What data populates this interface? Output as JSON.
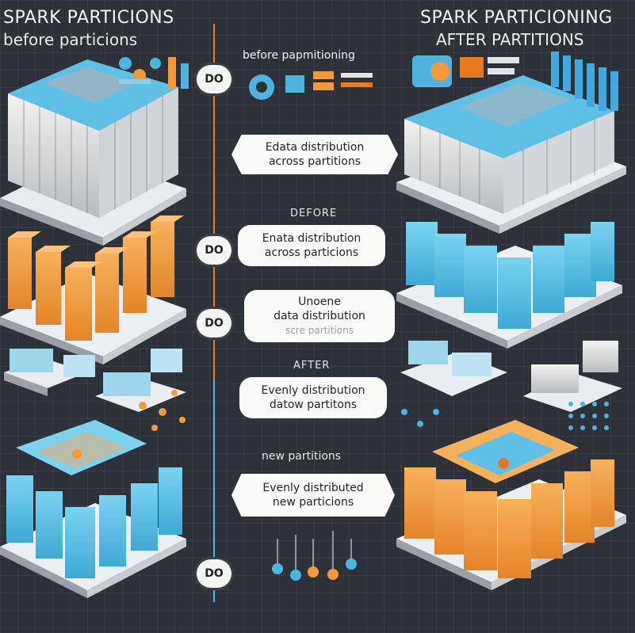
{
  "left": {
    "title": "SPARK PARTICIONS",
    "subtitle": "before particions"
  },
  "right": {
    "title": "SPARK PARTICIONING",
    "subtitle": "AFTER  PARTITIONS"
  },
  "center": {
    "header": "before papmitioning",
    "badges": [
      "DO",
      "DO",
      "DO",
      "DO"
    ],
    "callouts": [
      {
        "line1": "Edata distribution",
        "line2": "across partitions"
      },
      {
        "line1": "Enata distribution",
        "line2": "across particions"
      },
      {
        "line1": "Unoene",
        "line2": "data distribution",
        "line3": "scre partitions"
      },
      {
        "line1": "Evenly distribution",
        "line2": "datow partitons"
      },
      {
        "line1": "Evenly distributed",
        "line2": "new particions"
      }
    ],
    "labels": {
      "before": "DEFORE",
      "after": "AFTER",
      "new_partitions": "new partitions"
    }
  },
  "colors": {
    "background": "#2d3238",
    "blue": "#58c2e6",
    "orange": "#f29a3a",
    "orange_line": "#e8791f",
    "blue_line": "#4fb3e0",
    "white": "#f4f4f2"
  }
}
